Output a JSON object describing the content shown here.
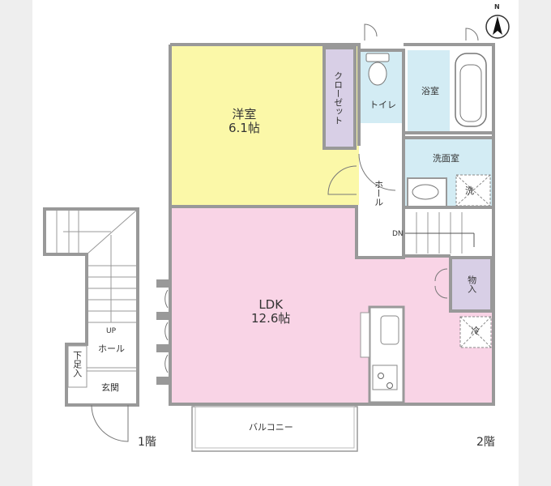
{
  "colors": {
    "background_outer": "#eeeeee",
    "background_canvas": "#ffffff",
    "wall": "#999999",
    "western_room": "#fbf8a8",
    "closet": "#d8cfe6",
    "wet_area": "#d3ecf4",
    "ldk": "#f9d4e6",
    "storage": "#d8cfe6"
  },
  "floor_labels": {
    "first": "1階",
    "second": "2階"
  },
  "compass": {
    "label": "N",
    "icon": "north-arrow-icon"
  },
  "rooms": {
    "western": {
      "name": "洋室",
      "size": "6.1帖"
    },
    "closet": {
      "name": "クローゼット"
    },
    "toilet": {
      "name": "トイレ"
    },
    "bath": {
      "name": "浴室"
    },
    "washroom": {
      "name": "洗面室"
    },
    "washer": {
      "name": "洗"
    },
    "hall_2f": {
      "name": "ホール"
    },
    "stairs_2f": {
      "label": "DN"
    },
    "ldk": {
      "name": "LDK",
      "size": "12.6帖"
    },
    "storage": {
      "name": "物入"
    },
    "fridge": {
      "name": "冷"
    },
    "balcony": {
      "name": "バルコニー"
    },
    "stairs_1f": {
      "label": "UP"
    },
    "hall_1f": {
      "name": "ホール"
    },
    "shoe_closet": {
      "name": "下足入"
    },
    "entrance": {
      "name": "玄関"
    }
  }
}
